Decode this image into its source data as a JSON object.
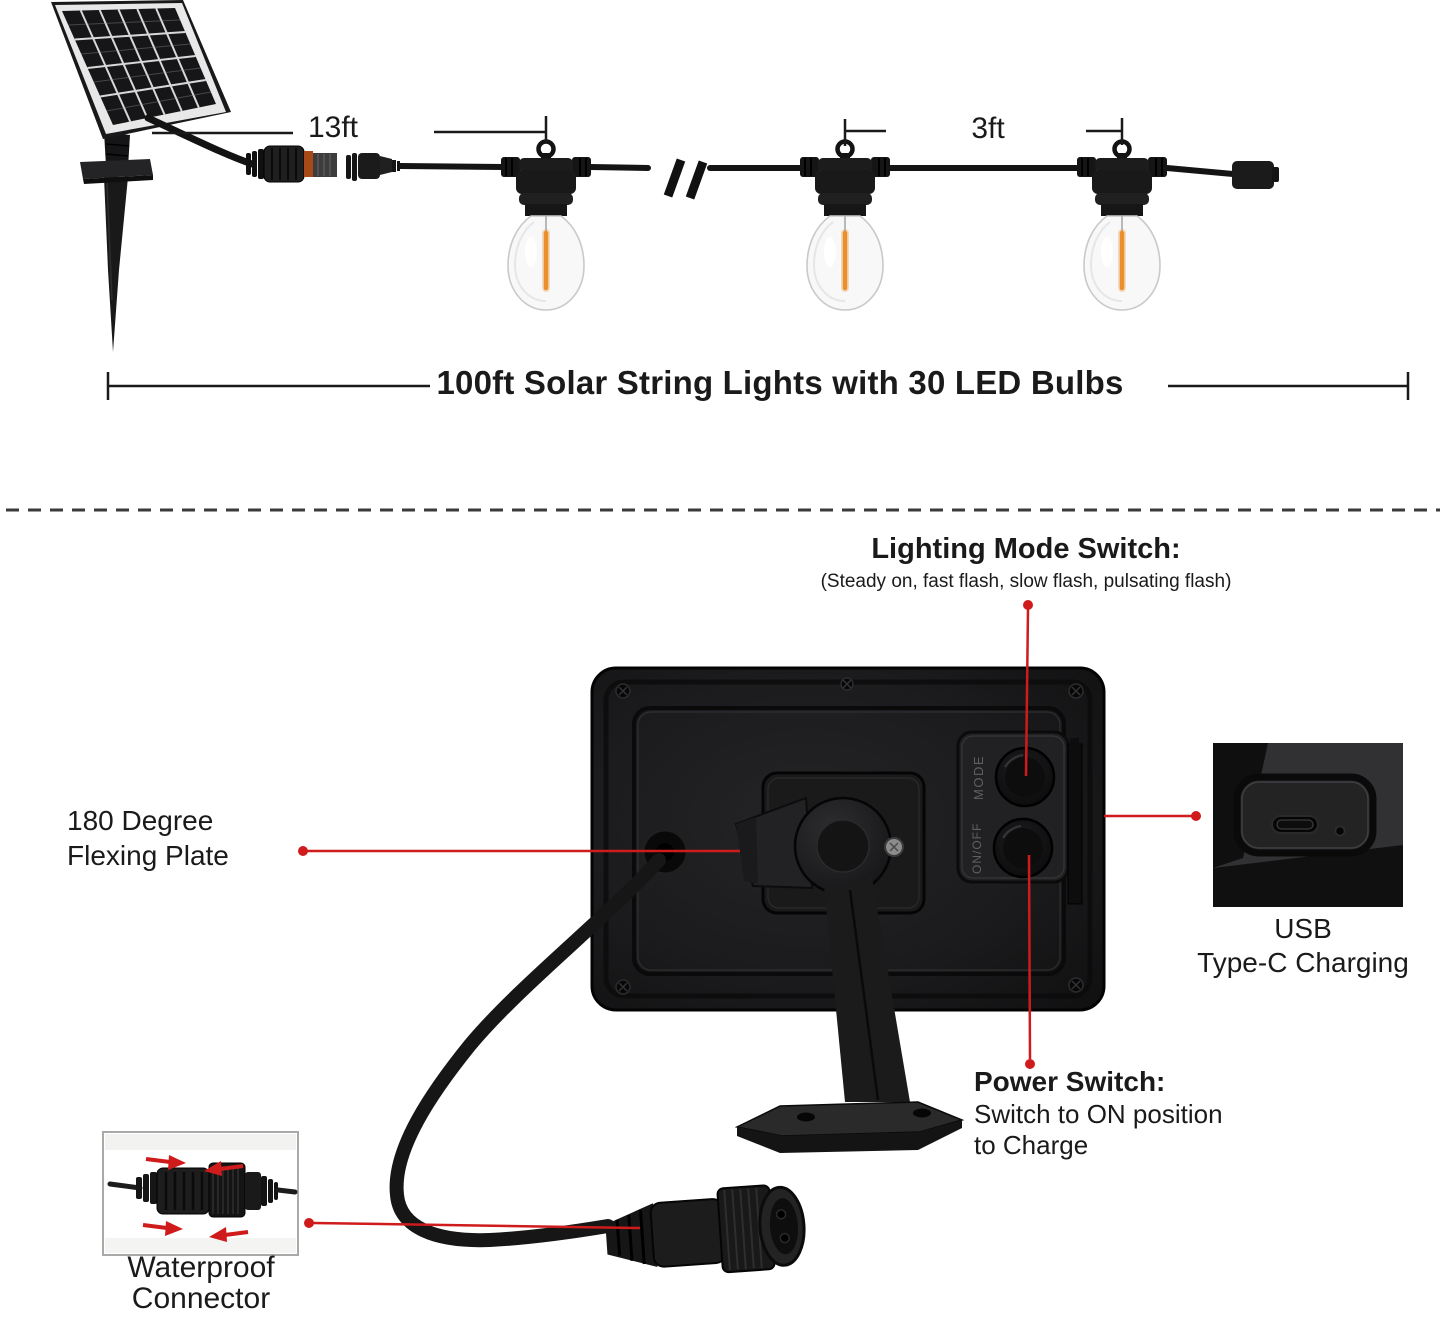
{
  "colors": {
    "annotation_red": "#cf1b1b",
    "text_black": "#1a1a1a",
    "filament_orange": "#e98f2b"
  },
  "top_diagram": {
    "dim_13ft": "13ft",
    "dim_3ft": "3ft",
    "total_label": "100ft Solar String Lights with 30 LED Bulbs"
  },
  "bottom_diagram": {
    "lighting_mode_title": "Lighting Mode Switch:",
    "lighting_mode_subtitle": "(Steady on, fast flash, slow flash, pulsating flash)",
    "flexing_plate_line1": "180 Degree",
    "flexing_plate_line2": "Flexing Plate",
    "usb_line1": "USB",
    "usb_line2": "Type-C Charging",
    "power_title": "Power Switch:",
    "power_line1": "Switch to ON position",
    "power_line2": "to Charge",
    "waterproof_line1": "Waterproof",
    "waterproof_line2": "Connector",
    "mode_button_label": "MODE",
    "onoff_button_label": "ON/OFF"
  }
}
